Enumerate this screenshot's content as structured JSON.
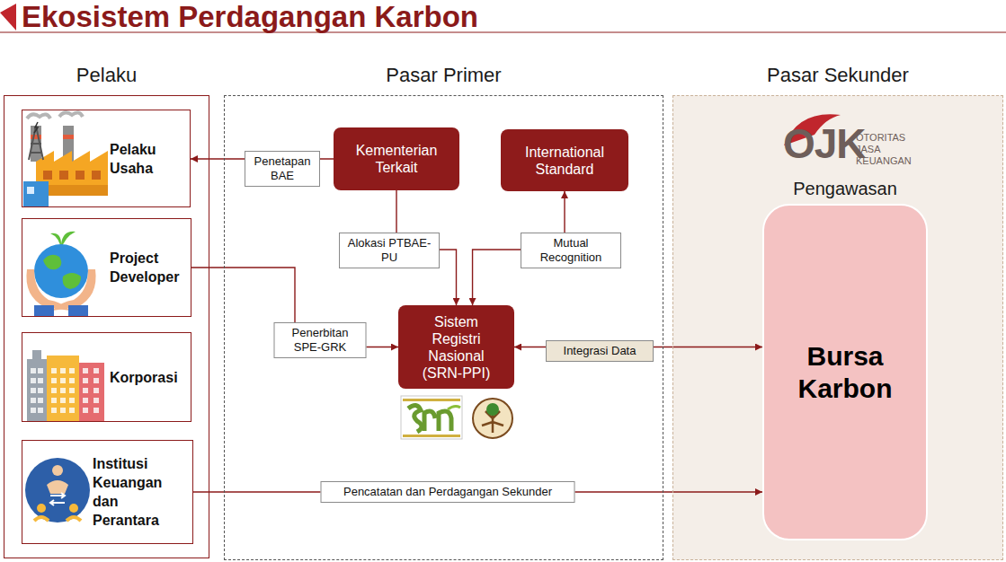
{
  "diagram": {
    "title": "Ekosistem Perdagangan Karbon",
    "nodes": [
      {
        "text": [
          "Pelaku"
        ]
      },
      {
        "text": [
          "Pelaku Usaha"
        ],
        "in": 0
      },
      {
        "text": [
          "Project Developer"
        ],
        "in": 0
      },
      {
        "text": [
          "Korporasi"
        ],
        "in": 0
      },
      {
        "text": [
          "Institusi Keuangan dan Perantara"
        ],
        "in": 0
      },
      {
        "text": [
          "Pasar Primer"
        ]
      },
      {
        "text": [
          "Kementerian Terkait"
        ],
        "in": 5
      },
      {
        "text": [
          "International Standard"
        ],
        "in": 5
      },
      {
        "text": [
          "Sistem Registri Nasional (SRN-PPI)"
        ],
        "in": 5
      },
      {
        "text": [
          "Pasar Sekunder"
        ]
      },
      {
        "text": [
          "Bursa Karbon"
        ],
        "in": 9
      }
    ],
    "edges": [
      {
        "from": 6,
        "to": 1,
        "label": "Penetapan BAE",
        "arrow": "to"
      },
      {
        "from": 6,
        "to": 8,
        "label": "Alokasi PTBAE-PU",
        "arrow": "to"
      },
      {
        "from": 8,
        "to": 7,
        "label": "Mutual Recognition",
        "arrow": "both"
      },
      {
        "from": 2,
        "to": 8,
        "label": "Penerbitan SPE-GRK",
        "arrow": "to"
      },
      {
        "from": 8,
        "to": 10,
        "label": "Integrasi Data",
        "arrow": "both"
      },
      {
        "from": 4,
        "to": 10,
        "label": "Pencatatan dan Perdagangan Sekunder",
        "arrow": "to"
      }
    ],
    "labels": [
      "OJK",
      "OTORITAS",
      "JASA",
      "KEUANGAN",
      "Pengawasan"
    ]
  }
}
